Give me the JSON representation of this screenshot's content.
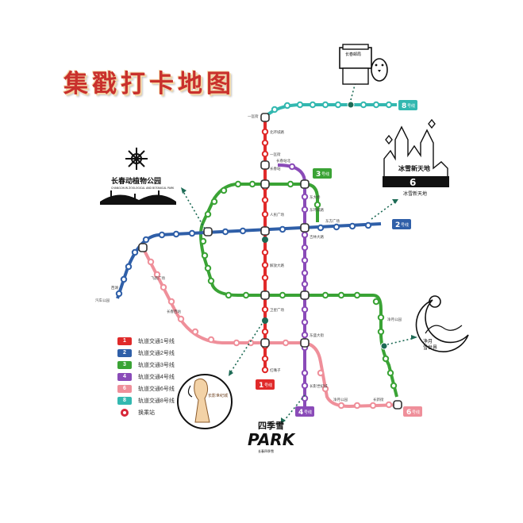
{
  "title": "集戳打卡地图",
  "colors": {
    "line1": "#e02a2a",
    "line2": "#2f5fa8",
    "line3": "#3aa335",
    "line4": "#8a4bb8",
    "line6": "#ef8f9a",
    "line8": "#33b8b0",
    "title": "#c9302c"
  },
  "line_badges": {
    "l1": {
      "num": "1",
      "suffix": "号线"
    },
    "l2": {
      "num": "2",
      "suffix": "号线"
    },
    "l3": {
      "num": "3",
      "suffix": "号线"
    },
    "l4": {
      "num": "4",
      "suffix": "号线"
    },
    "l6": {
      "num": "6",
      "suffix": "号线"
    },
    "l8": {
      "num": "8",
      "suffix": "号线"
    }
  },
  "legend": [
    {
      "num": "1",
      "label": "轨道交通1号线",
      "color": "#e02a2a"
    },
    {
      "num": "2",
      "label": "轨道交通2号线",
      "color": "#2f5fa8"
    },
    {
      "num": "3",
      "label": "轨道交通3号线",
      "color": "#3aa335"
    },
    {
      "num": "4",
      "label": "轨道交通4号线",
      "color": "#8a4bb8"
    },
    {
      "num": "6",
      "label": "轨道交通6号线",
      "color": "#ef8f9a"
    },
    {
      "num": "8",
      "label": "轨道交通8号线",
      "color": "#33b8b0"
    }
  ],
  "legend_transfer": {
    "label": "换乘站",
    "icon": "transfer-ring-icon"
  },
  "landmarks": {
    "zoo": {
      "name": "长春动植物公园",
      "sub": "CHANGCHUN ZOOLOGICAL AND BOTANICAL PARK",
      "icon": "snowflake-logo-icon"
    },
    "icecity": {
      "name": "冰雪新天地",
      "caption": "冰雪新天地",
      "icon": "castle-icon"
    },
    "jingyue": {
      "name": "净月",
      "name2": "雪世界",
      "icon": "moon-icon"
    },
    "fourseasons": {
      "name": "四季雪",
      "brand": "PARK",
      "sub": "长春四季雪",
      "icon": "snow-park-logo-icon"
    },
    "mailbox": {
      "name": "长春邮局",
      "icon": "mailbox-icon"
    },
    "museum": {
      "name": "长影世纪城",
      "icon": "statue-icon"
    }
  },
  "station_labels": {
    "l8_start": "一匡街",
    "l1_north": "北环城路",
    "l1_a": "一匡街",
    "l1_b": "长春站",
    "l1_c": "人民广场",
    "l1_d": "解放大路",
    "l1_e": "卫星广场",
    "l1_end": "红嘴子",
    "l3_a": "长春站北",
    "l3_b": "东大桥",
    "l3_c": "东环城路",
    "l2_a": "西湖",
    "l2_b": "汽车公园",
    "l2_c": "东方广场",
    "l4_a": "吉林大路",
    "l4_b": "东盛大街",
    "l4_c": "长影世纪城",
    "l6_a": "飞跃广场",
    "l6_b": "长春西站",
    "l6_c": "净月公园",
    "l6_d": "长新街",
    "l3_e": "净月公园"
  }
}
